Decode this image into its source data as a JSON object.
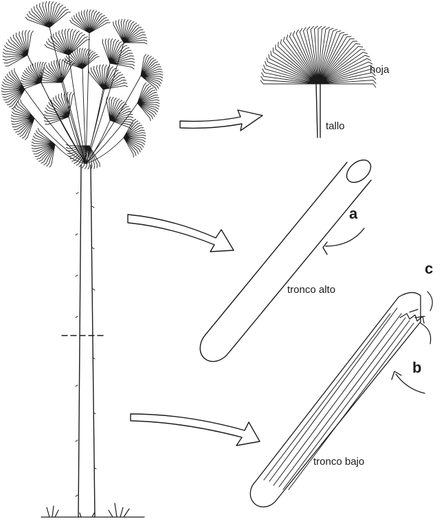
{
  "labels": {
    "leaf": "hoja",
    "stem": "tallo",
    "upper_trunk": "tronco alto",
    "lower_trunk": "tronco bajo",
    "marker_a": "a",
    "marker_b": "b",
    "marker_c": "c"
  },
  "colors": {
    "ink": "#1a1a1a",
    "paper": "#ffffff"
  }
}
